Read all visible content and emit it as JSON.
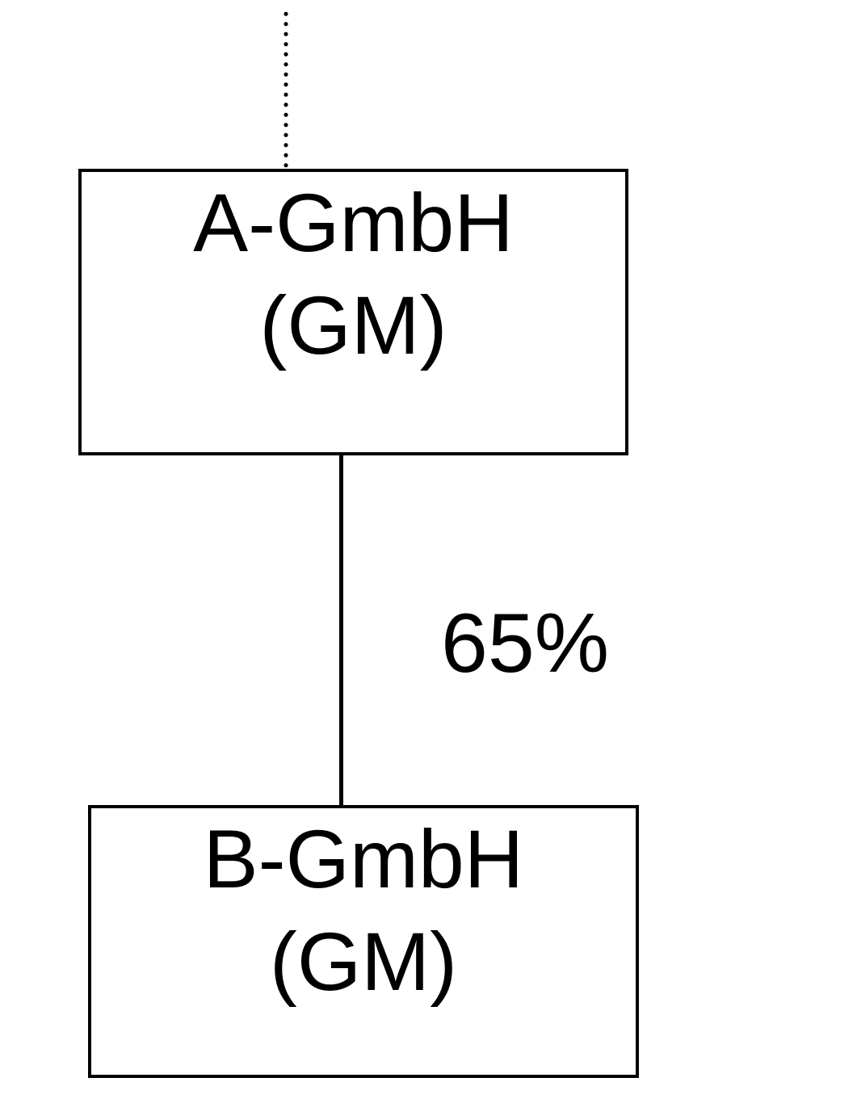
{
  "diagram": {
    "type": "ownership-structure",
    "colors": {
      "background": "#ffffff",
      "stroke": "#000000",
      "text": "#000000"
    },
    "nodes": [
      {
        "id": "a-gmbh",
        "title": "A-GmbH",
        "subtitle": "(GM)"
      },
      {
        "id": "b-gmbh",
        "title": "B-GmbH",
        "subtitle": "(GM)"
      }
    ],
    "edges": [
      {
        "from": "a-gmbh",
        "to": "b-gmbh",
        "style": "solid",
        "label": "65%"
      },
      {
        "from": "top-of-image",
        "to": "a-gmbh",
        "style": "dotted",
        "label": ""
      }
    ]
  }
}
